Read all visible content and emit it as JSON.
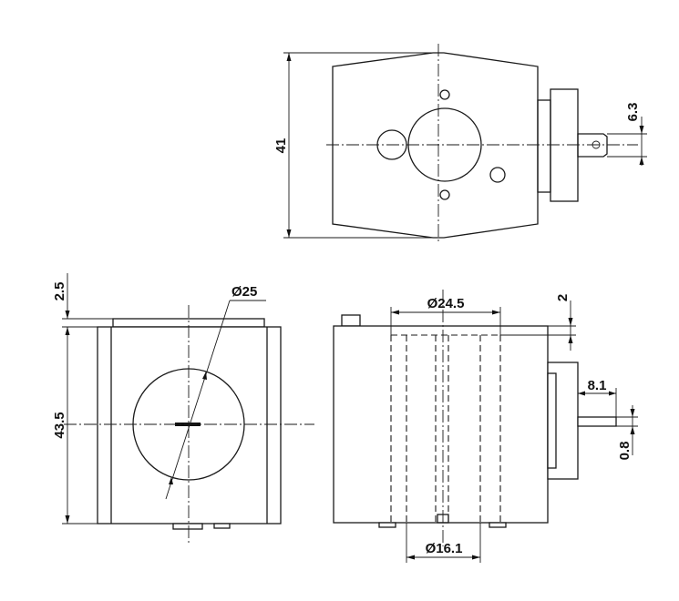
{
  "dimensions": {
    "top_height": "41",
    "top_shaft_width": "6.3",
    "front_top_offset": "2.5",
    "front_height": "43.5",
    "front_bore_diameter": "Ø25",
    "side_outer_diameter": "Ø24.5",
    "side_top_offset": "2",
    "side_shaft_length": "8.1",
    "side_shaft_thickness": "0.8",
    "side_inner_diameter": "Ø16.1"
  }
}
